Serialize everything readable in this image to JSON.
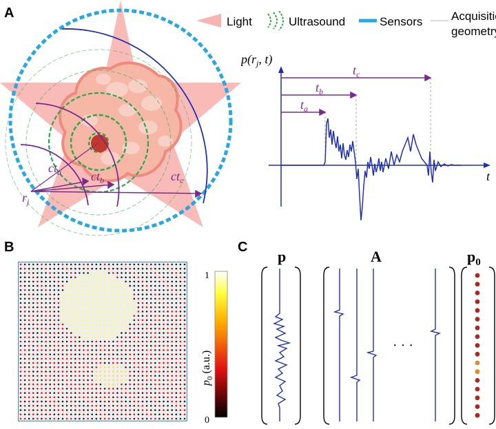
{
  "panels": {
    "a": "A",
    "b": "B",
    "c": "C"
  },
  "legend": {
    "light": "Light",
    "ultrasound": "Ultrasound",
    "sensors": "Sensors",
    "geometry_line1": "Acquisition",
    "geometry_line2": "geometry"
  },
  "colors": {
    "light": "#f7b4b0",
    "ultrasound": "#2aa84a",
    "sensors": "#29a8e0",
    "trace": "#1f2fb0",
    "annotation": "#7a2a8c",
    "tissue": "#f08a7a",
    "absorber": "#c0392b"
  },
  "panel_a": {
    "radius_label": "r",
    "radius_sub": "j",
    "ct_labels": [
      {
        "c": "ct",
        "sub": "a"
      },
      {
        "c": "ct",
        "sub": "b"
      },
      {
        "c": "ct",
        "sub": "c"
      }
    ],
    "signal_axis_label": "p(r",
    "signal_axis_sub": "j",
    "signal_axis_end": ", t)",
    "time_axis_label": "t",
    "times": [
      {
        "t": "t",
        "sub": "a"
      },
      {
        "t": "t",
        "sub": "b"
      },
      {
        "t": "t",
        "sub": "c"
      }
    ]
  },
  "panel_b": {
    "colorbar_label": "p",
    "colorbar_sub": "0",
    "colorbar_unit": " (a.u.)",
    "colorbar_max": "1",
    "colorbar_min": "0"
  },
  "panel_c": {
    "p_label": "p",
    "A_label": "A",
    "p0_label": "p",
    "p0_sub": "0",
    "ellipsis": "· · ·"
  }
}
